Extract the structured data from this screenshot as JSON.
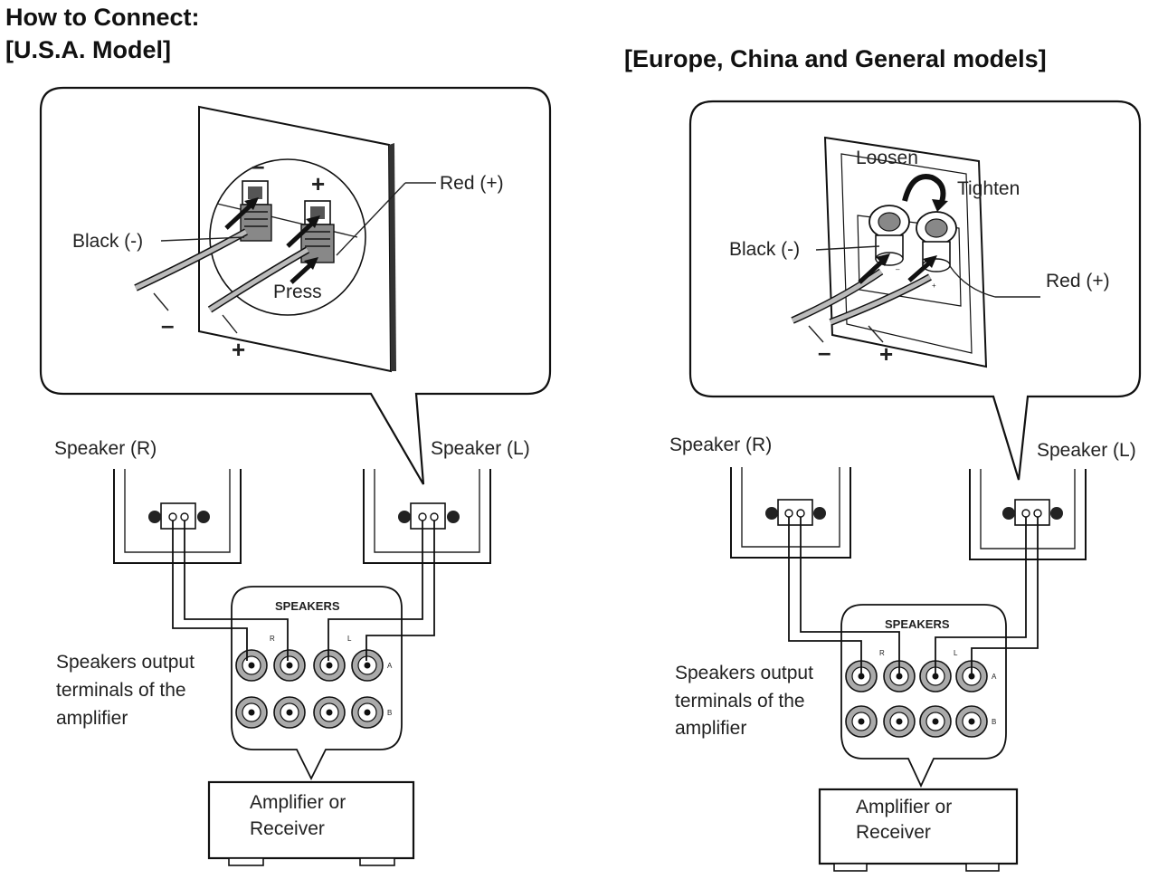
{
  "header": {
    "title": "How to Connect:",
    "usa_model": "[U.S.A. Model]",
    "other_models": "[Europe, China and General models]"
  },
  "left_panel": {
    "black_label": "Black (-)",
    "red_label": "Red (+)",
    "press_label": "Press",
    "minus_symbol": "–",
    "plus_symbol": "+",
    "terminal_minus": "–",
    "terminal_plus": "+",
    "speaker_r": "Speaker (R)",
    "speaker_l": "Speaker (L)",
    "amp_header": "SPEAKERS",
    "amp_terminals_label": [
      "Speakers output",
      "terminals of the",
      "amplifier"
    ],
    "amp_box_label": [
      "Amplifier or",
      "Receiver"
    ]
  },
  "right_panel": {
    "loosen_label": "Loosen",
    "tighten_label": "Tighten",
    "black_label": "Black (-)",
    "red_label": "Red (+)",
    "minus_symbol": "–",
    "plus_symbol": "+",
    "speaker_r": "Speaker (R)",
    "speaker_l": "Speaker (L)",
    "amp_header": "SPEAKERS",
    "amp_terminals_label": [
      "Speakers output",
      "terminals of the",
      "amplifier"
    ],
    "amp_box_label": [
      "Amplifier or",
      "Receiver"
    ]
  },
  "amp_small_labels": {
    "r": "R",
    "l": "L",
    "a": "A",
    "b": "B"
  }
}
